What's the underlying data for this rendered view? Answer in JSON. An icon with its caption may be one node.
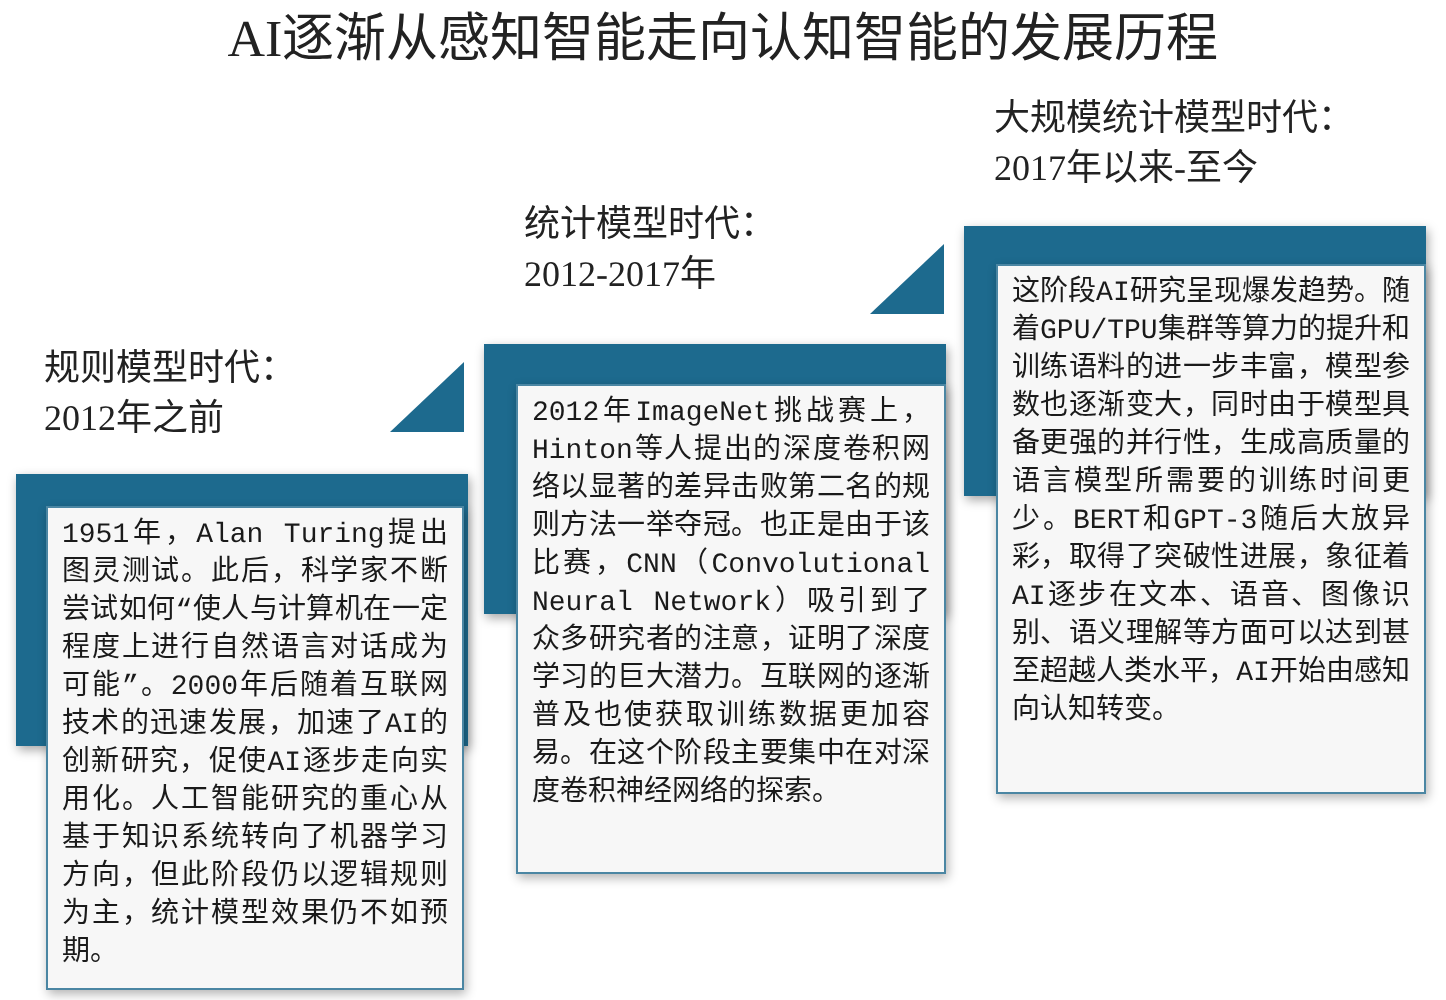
{
  "diagram": {
    "title": "AI逐渐从感知智能走向认知智能的发展历程",
    "nodes": [
      {
        "text": [
          "规则模型时代：2012年之前",
          "1951年，Alan Turing提出图灵测试。此后，科学家不断尝试如何“使人与计算机在一定程度上进行自然语言对话成为可能”。2000年后随着互联网技术的迅速发展，加速了AI的创新研究，促使AI逐步走向实用化。人工智能研究的重心从基于知识系统转向了机器学习方向，但此阶段仍以逻辑规则为主，统计模型效果仍不如预期。"
        ]
      },
      {
        "text": [
          "统计模型时代：2012-2017年",
          "2012年ImageNet挑战赛上，Hinton等人提出的深度卷积网络以显著的差异击败第二名的规则方法一举夺冠。也正是由于该比赛，CNN（Convolutional Neural Network）吸引到了众多研究者的注意，证明了深度学习的巨大潜力。互联网的逐渐普及也使获取训练数据更加容易。在这个阶段主要集中在对深度卷积神经网络的探索。"
        ]
      },
      {
        "text": [
          "大规模统计模型时代：2017年以来-至今",
          "这阶段AI研究呈现爆发趋势。随着GPU/TPU集群等算力的提升和训练语料的进一步丰富，模型参数也逐渐变大，同时由于模型具备更强的并行性，生成高质量的语言模型所需要的训练时间更少。BERT和GPT-3随后大放异彩，取得了突破性进展，象征着AI逐步在文本、语音、图像识别、语义理解等方面可以达到甚至超越人类水平，AI开始由感知向认知转变。"
        ]
      }
    ]
  }
}
